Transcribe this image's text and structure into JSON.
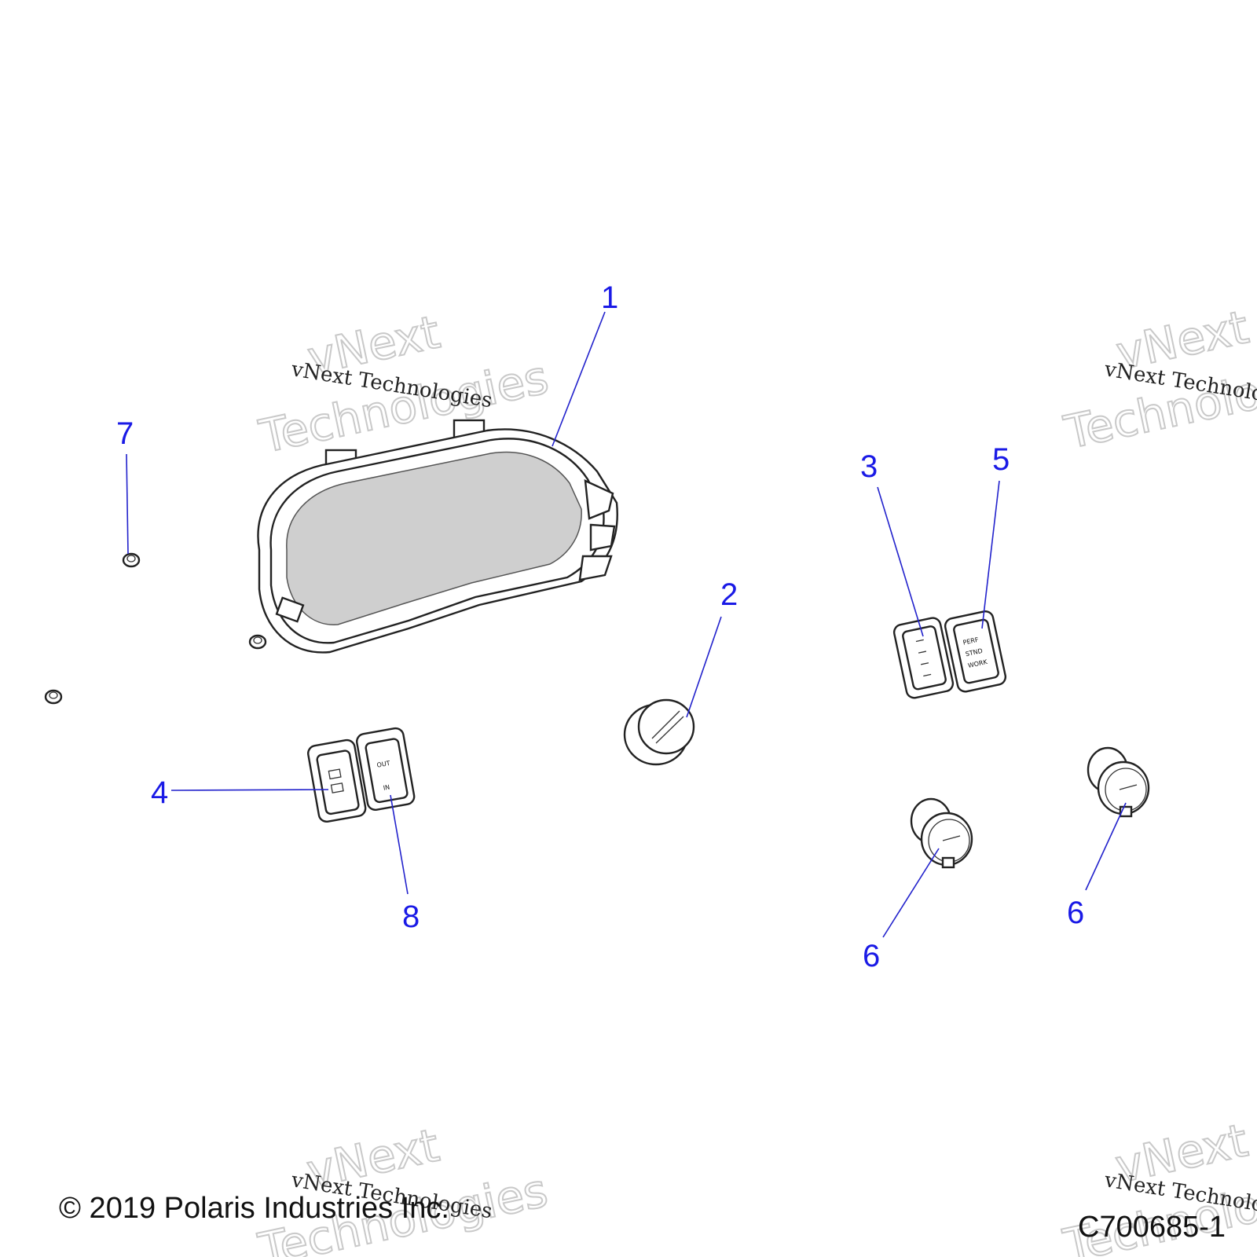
{
  "callouts": [
    {
      "id": "1",
      "label": "1"
    },
    {
      "id": "2",
      "label": "2"
    },
    {
      "id": "3",
      "label": "3"
    },
    {
      "id": "4",
      "label": "4"
    },
    {
      "id": "5",
      "label": "5"
    },
    {
      "id": "6a",
      "label": "6"
    },
    {
      "id": "6b",
      "label": "6"
    },
    {
      "id": "7",
      "label": "7"
    },
    {
      "id": "8",
      "label": "8"
    }
  ],
  "watermark": {
    "line1": "vNext",
    "line2": "Technologies",
    "small": "vNext Technologies",
    "small_clipped": "vNext Technolo",
    "big_clipped": "Technolo"
  },
  "switch_text": {
    "s5": [
      "PERF",
      "STND",
      "WORK"
    ],
    "s8": [
      "OUT",
      "IN"
    ]
  },
  "footer": {
    "copyright": "© 2019 Polaris Industries Inc.",
    "figure_code": "C700685-1"
  },
  "colors": {
    "callout": "#1a1ae6",
    "leader": "#2222cc",
    "screen": "#cfcfcf"
  }
}
